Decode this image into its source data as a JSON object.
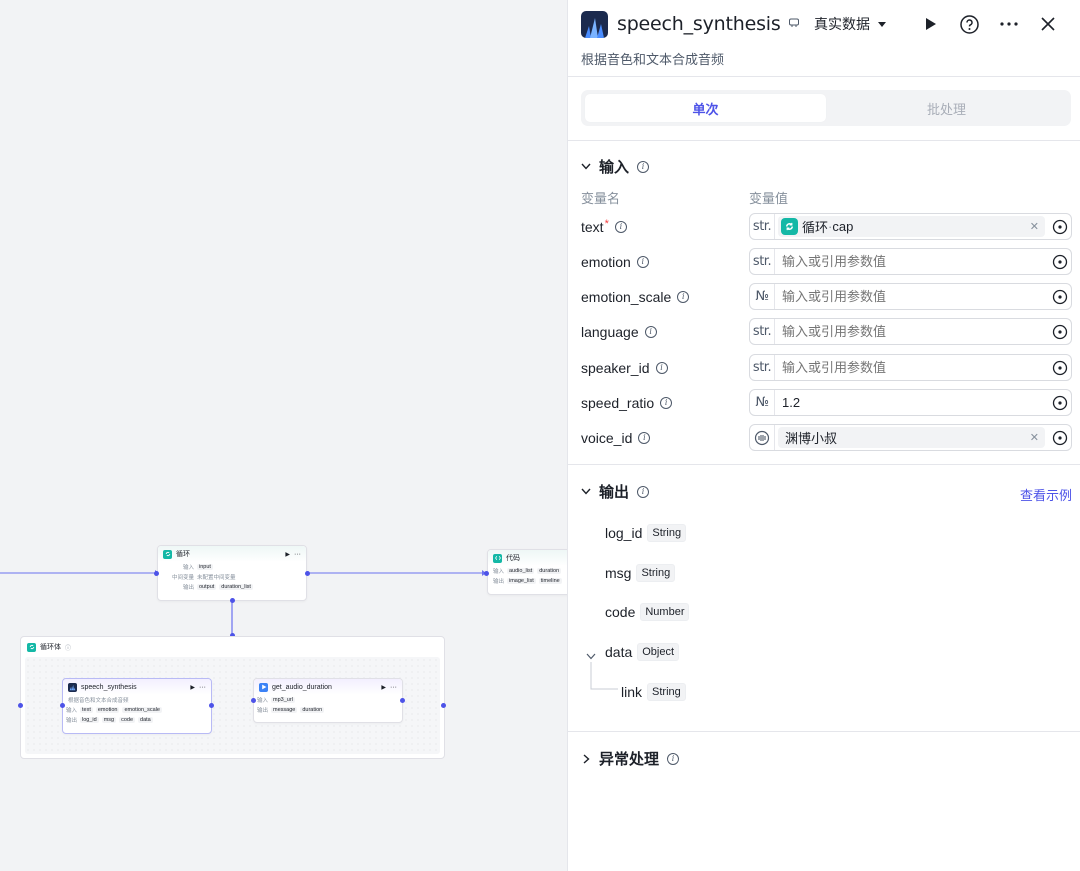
{
  "canvas": {
    "loop_node": {
      "title": "循环",
      "in_label": "输入",
      "in_tag": "input",
      "mid_label": "中间变量",
      "mid_text": "未配置中间变量",
      "out_label": "输出",
      "out_tags": [
        "output",
        "duration_list"
      ]
    },
    "code_node": {
      "title": "代码",
      "in_label": "输入",
      "in_tags": [
        "audio_list",
        "duration"
      ],
      "out_label": "输出",
      "out_tags": [
        "image_list",
        "timeline"
      ]
    },
    "loop_body": {
      "title": "循环体"
    },
    "speech_node": {
      "title": "speech_synthesis",
      "desc": "根据音色和文本合成音频",
      "in_label": "输入",
      "in_tags": [
        "text",
        "emotion",
        "emotion_scale"
      ],
      "out_label": "输出",
      "out_tags": [
        "log_id",
        "msg",
        "code",
        "data"
      ]
    },
    "audio_node": {
      "title": "get_audio_duration",
      "in_label": "输入",
      "in_tags": [
        "mp3_url"
      ],
      "out_label": "输出",
      "out_tags": [
        "message",
        "duration"
      ]
    }
  },
  "panel": {
    "title": "speech_synthesis",
    "subtitle": "根据音色和文本合成音频",
    "data_mode": "真实数据",
    "tabs": [
      "单次",
      "批处理"
    ],
    "input_section": "输入",
    "col_name": "变量名",
    "col_value": "变量值",
    "inputs": [
      {
        "name": "text",
        "required": true,
        "type": "str.",
        "kind": "ref",
        "ref_source": "循环",
        "ref_sep": " · ",
        "ref_field": "cap"
      },
      {
        "name": "emotion",
        "type": "str.",
        "kind": "input",
        "placeholder": "输入或引用参数值"
      },
      {
        "name": "emotion_scale",
        "type": "№",
        "kind": "input",
        "placeholder": "输入或引用参数值"
      },
      {
        "name": "language",
        "type": "str.",
        "kind": "input",
        "placeholder": "输入或引用参数值"
      },
      {
        "name": "speaker_id",
        "type": "str.",
        "kind": "input",
        "placeholder": "输入或引用参数值"
      },
      {
        "name": "speed_ratio",
        "type": "№",
        "kind": "input",
        "value": "1.2"
      },
      {
        "name": "voice_id",
        "kind": "voice",
        "value": "渊博小叔"
      }
    ],
    "output_section": "输出",
    "view_example": "查看示例",
    "outputs": [
      {
        "name": "log_id",
        "type": "String"
      },
      {
        "name": "msg",
        "type": "String"
      },
      {
        "name": "code",
        "type": "Number"
      },
      {
        "name": "data",
        "type": "Object"
      },
      {
        "name": "link",
        "type": "String"
      }
    ],
    "error_section": "异常处理"
  },
  "colors": {
    "accent": "#4d53e8",
    "loop": "#14b8a6",
    "required": "#f53f3f"
  }
}
